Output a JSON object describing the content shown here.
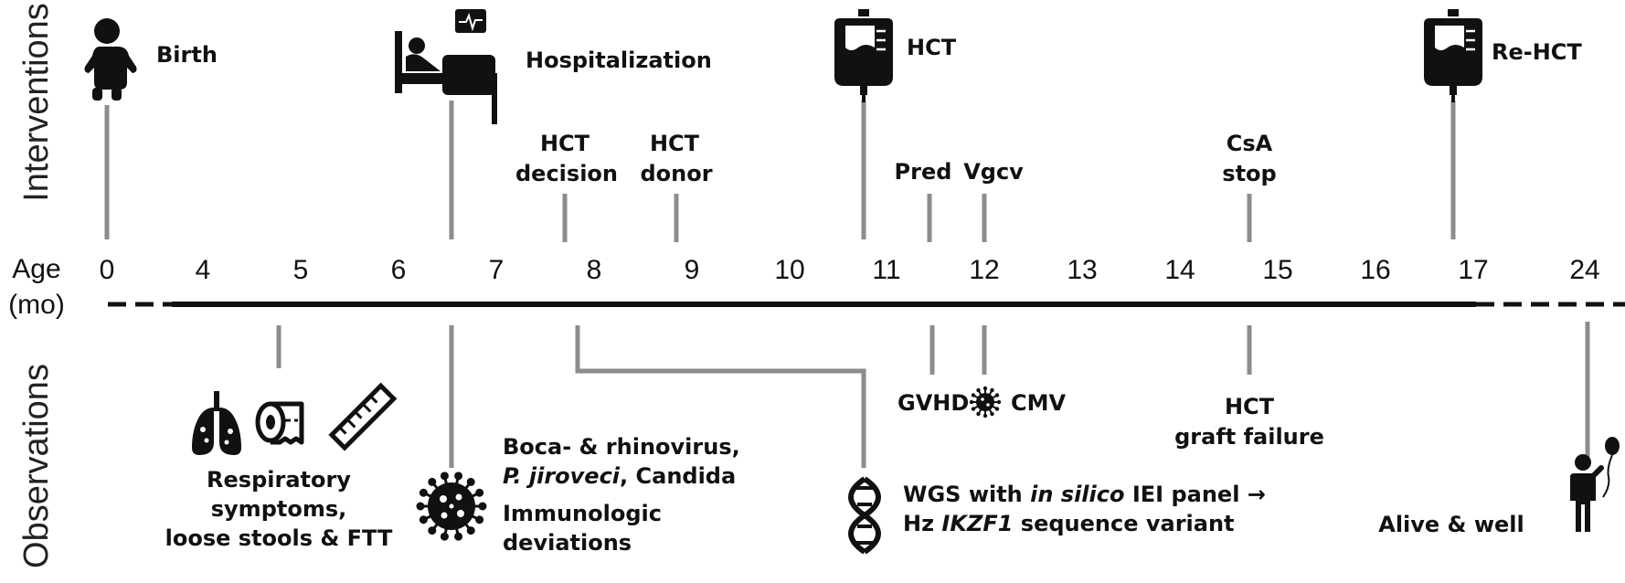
{
  "axis": {
    "label_line1": "Age",
    "label_line2": "(mo)",
    "ticks": [
      "0",
      "4",
      "5",
      "6",
      "7",
      "8",
      "9",
      "10",
      "11",
      "12",
      "13",
      "14",
      "15",
      "16",
      "17",
      "24"
    ]
  },
  "rows": {
    "interventions": "Interventions",
    "observations": "Observations"
  },
  "interventions": {
    "birth": "Birth",
    "hospitalization": "Hospitalization",
    "hct_decision_1": "HCT",
    "hct_decision_2": "decision",
    "hct_donor_1": "HCT",
    "hct_donor_2": "donor",
    "hct": "HCT",
    "pred": "Pred",
    "vgcv": "Vgcv",
    "csa_stop_1": "CsA",
    "csa_stop_2": "stop",
    "re_hct": "Re-HCT"
  },
  "observations": {
    "resp_1": "Respiratory",
    "resp_2": "symptoms,",
    "resp_3": "loose stools & FTT",
    "infect_1": "Boca- & rhinovirus,",
    "infect_2a": "P. jiroveci",
    "infect_2b": ", Candida",
    "immuno_1": "Immunologic",
    "immuno_2": "deviations",
    "wgs_1a": "WGS with ",
    "wgs_1b": "in silico",
    "wgs_1c": " IEI panel →",
    "wgs_2a": "Hz ",
    "wgs_2b": "IKZF1",
    "wgs_2c": " sequence variant",
    "gvhd": "GVHD",
    "cmv": "CMV",
    "graft_1": "HCT",
    "graft_2": "graft failure",
    "alive": "Alive & well"
  },
  "icons": {
    "birth": "baby-icon",
    "hospitalization": "hospital-bed-icon",
    "monitor": "heart-monitor-icon",
    "hct": "iv-bag-icon",
    "re_hct": "iv-bag-icon",
    "lungs": "lungs-icon",
    "toilet_paper": "toilet-paper-icon",
    "ruler": "ruler-icon",
    "virus": "virus-icon",
    "virus_small": "virus-icon",
    "dna": "dna-icon",
    "person": "person-with-balloon-icon"
  },
  "colors": {
    "ink": "#111111",
    "stem": "#8c8c8c"
  }
}
